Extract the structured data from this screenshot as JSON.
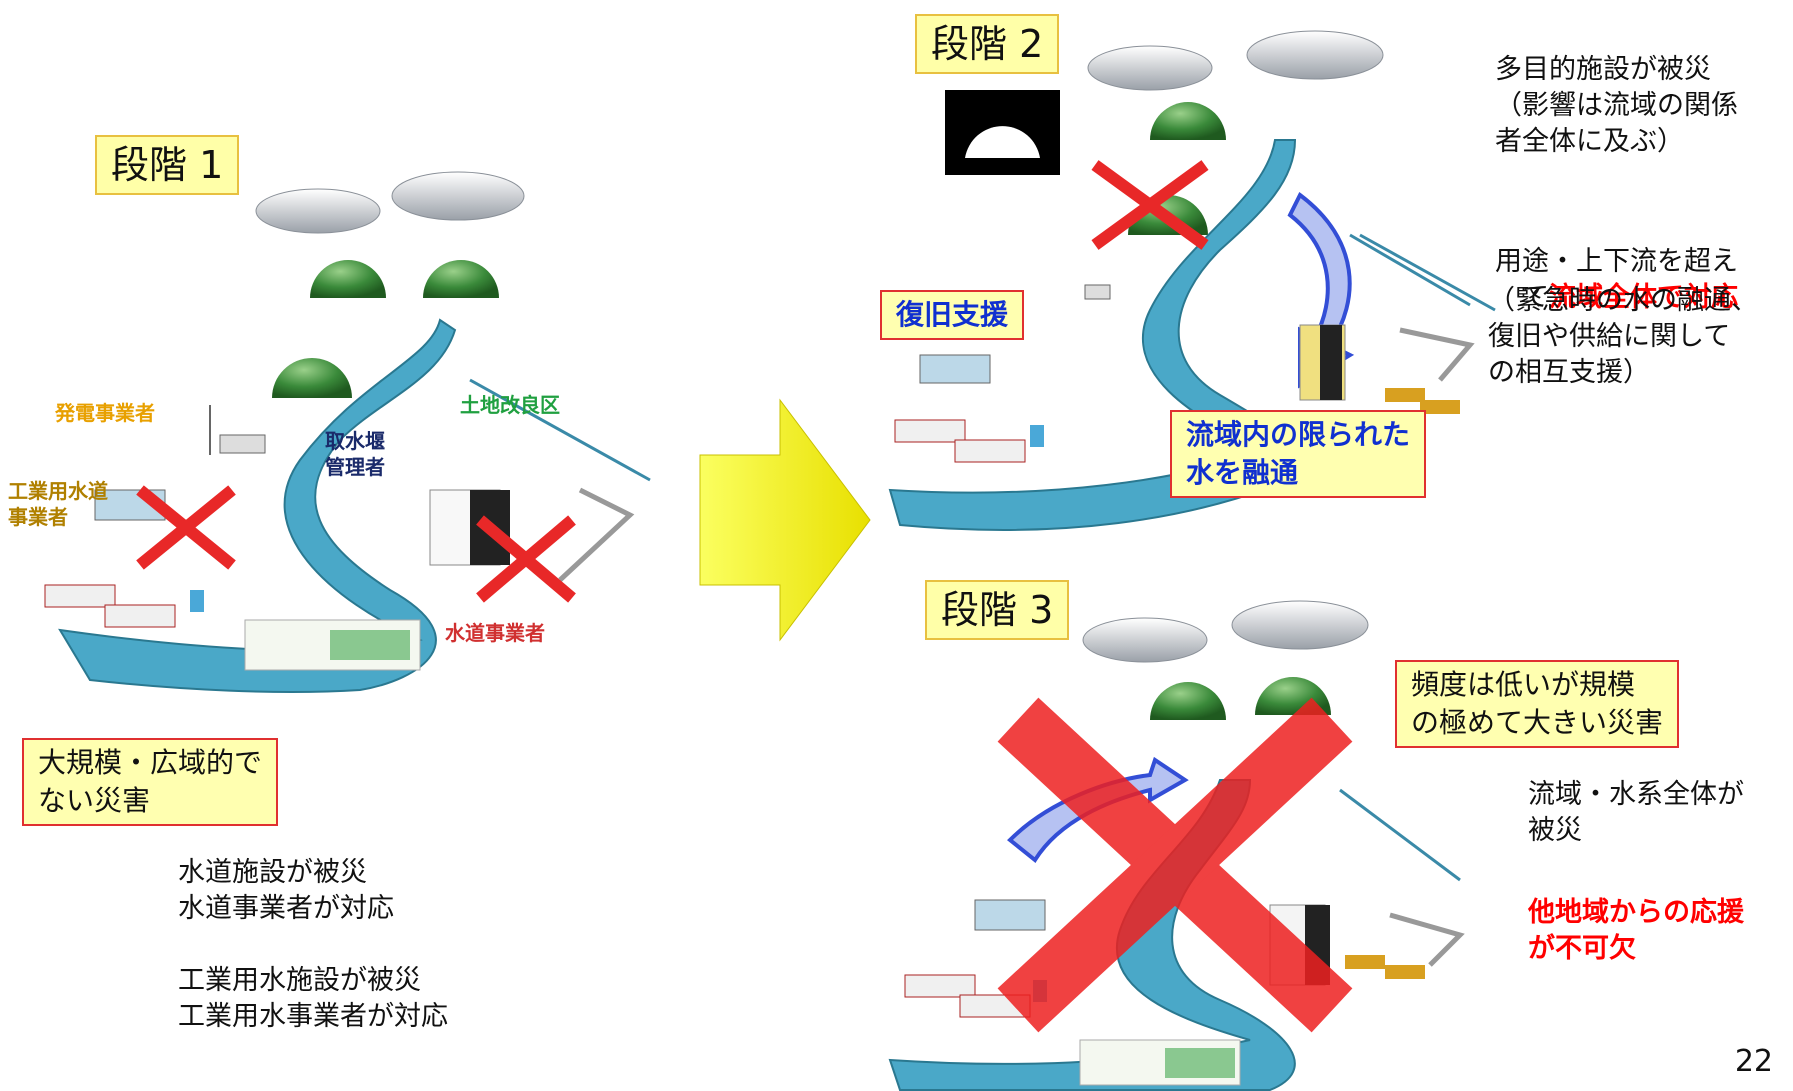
{
  "stage1": {
    "label": "段階 1",
    "callout": "大規模・広域的で\nない災害",
    "labels": {
      "power": "発電事業者",
      "industrial": "工業用水道\n事業者",
      "intake": "取水堰\n管理者",
      "land": "土地改良区",
      "water": "水道事業者"
    },
    "notes": "水道施設が被災\n水道事業者が対応\n\n工業用水施設が被災\n工業用水事業者が対応"
  },
  "stage2": {
    "label": "段階 2",
    "callout_support": "復旧支援",
    "callout_flow": "流域内の限られた\n水を融通",
    "note1": "多目的施設が被災\n（影響は流域の関係\n者全体に及ぶ）",
    "note2_a": "用途・上下流を超え\n　て",
    "note2_red": "流域全体で対応",
    "note2_b": "（緊急時の水の融通、\n復旧や供給に関して\nの相互支援）"
  },
  "stage3": {
    "label": "段階 3",
    "callout": "頻度は低いが規模\nの極めて大きい災害",
    "note1": "流域・水系全体が\n被災",
    "note_red": "他地域からの応援\nが不可欠"
  },
  "page_number": "22",
  "colors": {
    "river": "#4aa8c8",
    "hill": "#3a8a3a",
    "cross": "#e82828",
    "arrow": "#f4f000",
    "power": "#e8a000",
    "industrial": "#b08000",
    "land": "#20a040",
    "water": "#d03030",
    "blue": "#1030d0",
    "red": "#ff0000"
  }
}
